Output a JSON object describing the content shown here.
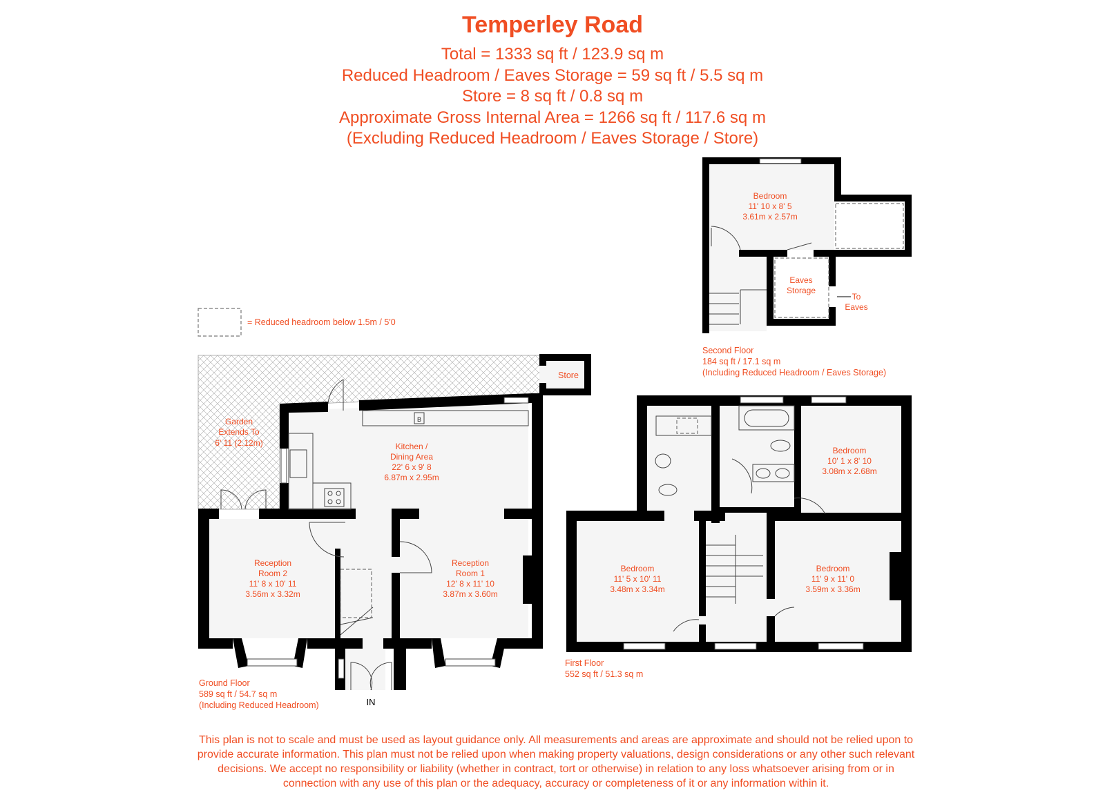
{
  "header": {
    "title": "Temperley Road",
    "lines": [
      "Total = 1333 sq ft / 123.9 sq m",
      "Reduced Headroom / Eaves Storage = 59 sq ft / 5.5 sq m",
      "Store = 8 sq ft / 0.8 sq m",
      "Approximate Gross Internal Area = 1266 sq ft / 117.6 sq m",
      "(Excluding Reduced Headroom / Eaves Storage / Store)"
    ]
  },
  "legend": {
    "label": "= Reduced headroom below 1.5m / 5'0"
  },
  "ground_floor": {
    "name": "Ground Floor",
    "area": "589 sq ft / 54.7 sq m",
    "note": "(Including Reduced Headroom)",
    "entrance": "IN",
    "garden": [
      "Garden",
      "Extends To",
      "6' 11 (2.12m)"
    ],
    "store": "Store",
    "boiler": "B",
    "rooms": [
      {
        "lines": [
          "Kitchen /",
          "Dining Area",
          "22' 6 x 9' 8",
          "6.87m x 2.95m"
        ]
      },
      {
        "lines": [
          "Reception",
          "Room 2",
          "11' 8 x 10' 11",
          "3.56m x 3.32m"
        ]
      },
      {
        "lines": [
          "Reception",
          "Room 1",
          "12' 8 x 11' 10",
          "3.87m x 3.60m"
        ]
      }
    ]
  },
  "first_floor": {
    "name": "First Floor",
    "area": "552 sq ft / 51.3 sq m",
    "rooms": [
      {
        "lines": [
          "Bedroom",
          "10' 1 x 8' 10",
          "3.08m x 2.68m"
        ]
      },
      {
        "lines": [
          "Bedroom",
          "11' 5 x 10' 11",
          "3.48m x 3.34m"
        ]
      },
      {
        "lines": [
          "Bedroom",
          "11' 9 x 11' 0",
          "3.59m x 3.36m"
        ]
      }
    ]
  },
  "second_floor": {
    "name": "Second Floor",
    "area": "184 sq ft / 17.1 sq m",
    "note": "(Including Reduced Headroom / Eaves Storage)",
    "rooms": [
      {
        "lines": [
          "Bedroom",
          "11' 10 x 8' 5",
          "3.61m x 2.57m"
        ]
      },
      {
        "lines": [
          "Eaves",
          "Storage"
        ]
      }
    ],
    "to_eaves": [
      "To",
      "Eaves"
    ]
  },
  "disclaimer": [
    "This plan is not to scale and must be used as layout guidance only. All measurements and areas are approximate and should not be relied upon to",
    "provide accurate information. This plan must not be relied upon when making property valuations, design considerations or any other such relevant",
    "decisions. We accept no responsibility or liability (whether in contract, tort or otherwise) in relation to any loss whatsoever arising from or in",
    "connection with any use of this plan or the adequacy, accuracy or completeness of it or any information within it."
  ],
  "colors": {
    "text": "#f04e23",
    "wall": "#000000",
    "floor": "#f5f5f5"
  }
}
